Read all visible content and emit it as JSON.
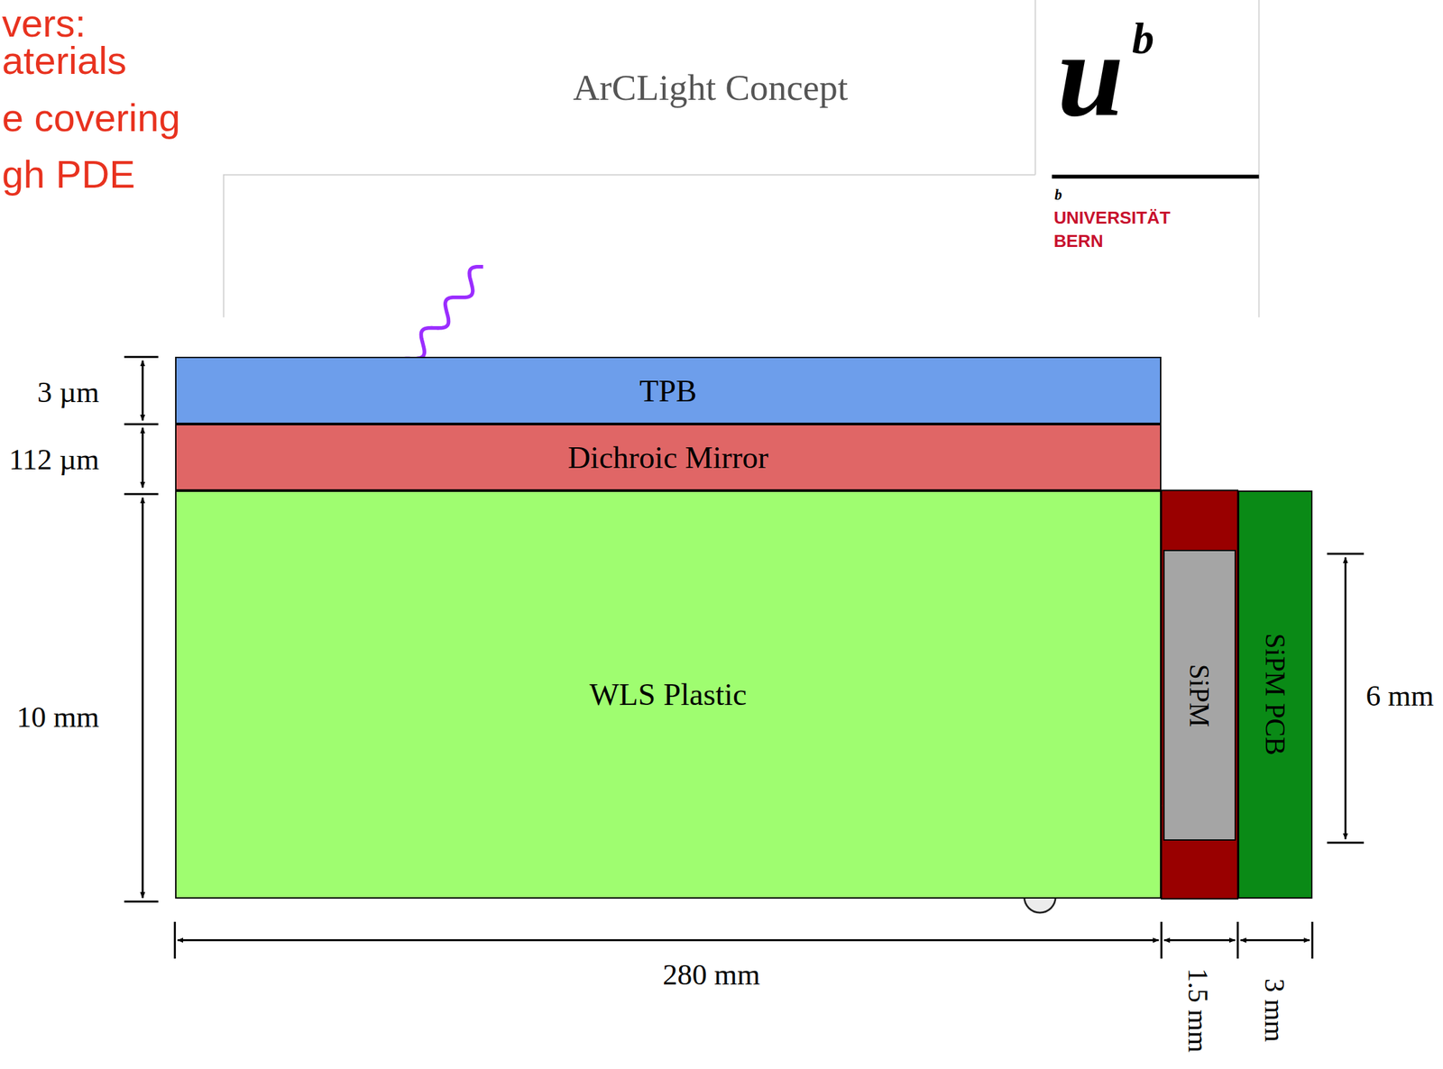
{
  "diagram": {
    "title": "ArCLight Concept",
    "nodes": [
      {
        "text": [
          "TPB"
        ]
      },
      {
        "text": [
          "Dichroic Mirror"
        ]
      },
      {
        "text": [
          "WLS Plastic"
        ]
      },
      {
        "text": [
          "SiPM"
        ]
      },
      {
        "text": [
          "SiPM PCB"
        ]
      }
    ],
    "labels": [
      "vers:",
      "aterials",
      "e covering",
      "gh PDE",
      "u",
      "b",
      "b",
      "UNIVERSITÄT",
      "BERN",
      "3 µm",
      "112 µm",
      "10 mm",
      "280 mm",
      "1.5 mm",
      "3 mm",
      "6 mm"
    ]
  }
}
